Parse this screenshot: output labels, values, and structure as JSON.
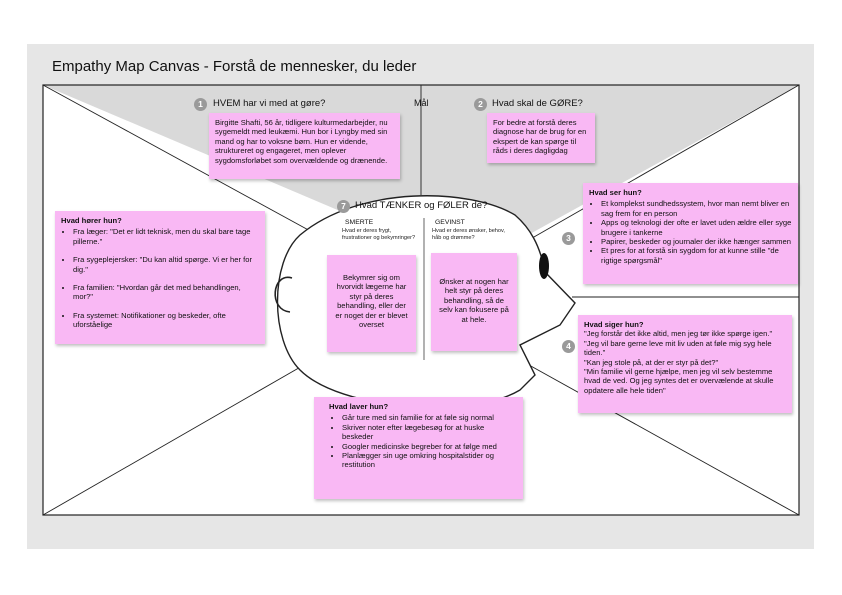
{
  "title": "Empathy Map Canvas - Forstå de mennesker, du leder",
  "goal_label": "Mål",
  "sections": {
    "who": {
      "number": "1",
      "heading": "HVEM har vi med at gøre?",
      "note": "Birgitte Shafti, 56 år, tidligere kulturmedarbejder, nu sygemeldt med leukæmi. Hun bor i Lyngby med sin mand og har to voksne børn. Hun er vidende, struktureret og engageret, men oplever sygdomsforløbet som overvældende og drænende."
    },
    "do": {
      "number": "2",
      "heading": "Hvad skal de GØRE?",
      "note": "For bedre at forstå deres diagnose har de brug for en ekspert de kan spørge til råds i deres dagligdag"
    },
    "see": {
      "number": "3",
      "heading": "Hvad ser hun?",
      "items": [
        "Et komplekst sundhedssystem, hvor man nemt bliver en sag frem for en person",
        "Apps og teknologi der ofte er lavet uden ældre eller syge brugere i tankerne",
        "Papirer, beskeder og journaler der ikke hænger sammen",
        "Et pres for at forstå sin sygdom for at kunne stille \"de rigtige spørgsmål\""
      ]
    },
    "say": {
      "number": "4",
      "heading": "Hvad siger hun?",
      "lines": [
        "\"Jeg forstår det ikke altid, men jeg tør ikke spørge igen.\"",
        "\"Jeg vil bare gerne leve mit liv uden at føle mig syg hele tiden.\"",
        "\"Kan jeg stole på, at der er styr på det?\"",
        "\"Min familie vil gerne hjælpe, men jeg vil selv bestemme hvad de ved. Og jeg syntes det er overvælende at skulle opdatere alle hele tiden\""
      ]
    },
    "does": {
      "heading": "Hvad laver hun?",
      "items": [
        "Går ture med sin familie for at føle sig normal",
        "Skriver noter efter lægebesøg for at huske beskeder",
        "Googler medicinske begreber for at følge med",
        "Planlægger sin uge omkring hospitalstider og restitution"
      ]
    },
    "hear": {
      "heading": "Hvad hører hun?",
      "items": [
        "Fra læger: \"Det er lidt teknisk, men du skal bare tage pillerne.\"",
        "Fra sygeplejersker: \"Du kan altid spørge. Vi er her for dig.\"",
        "Fra familien: \"Hvordan går det med behandlingen, mor?\"",
        "Fra systemet: Notifikationer og beskeder, ofte uforståelige"
      ]
    },
    "think": {
      "number": "7",
      "heading": "Hvad TÆNKER og FØLER de?",
      "pain": {
        "title": "SMERTE",
        "sub": "Hvad er deres frygt, frustrationer og bekymringer?",
        "note": "Bekymrer sig om hvorvidt lægerne har styr på deres behandling, eller der er noget der er blevet overset"
      },
      "gain": {
        "title": "GEVINST",
        "sub": "Hvad er deres ønsker, behov, håb og drømme?",
        "note": "Ønsker at nogen har helt styr på deres behandling, så de selv kan fokusere på at hele."
      }
    }
  },
  "colors": {
    "board": "#e6e6e6",
    "note": "#f9b8f4",
    "grey_area": "#d9d9d9",
    "badge": "#9a9a9a"
  }
}
